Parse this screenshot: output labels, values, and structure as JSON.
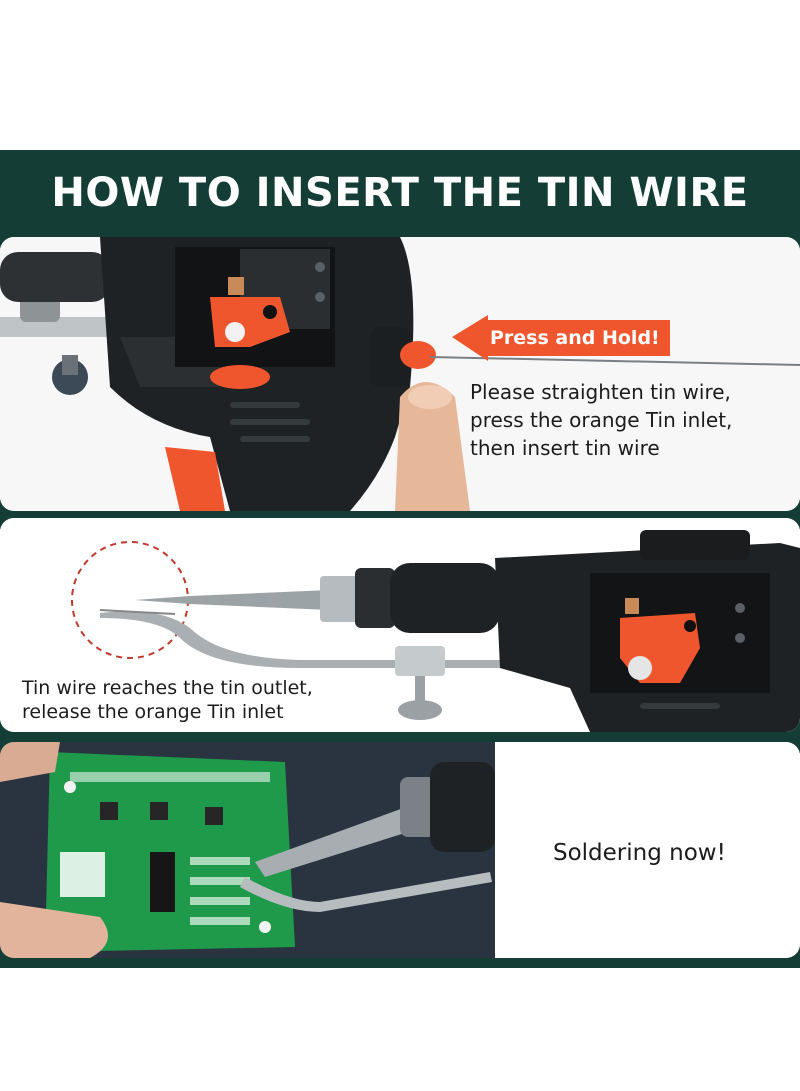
{
  "title": "HOW TO INSERT THE TIN WIRE",
  "steps": [
    {
      "badge": "Press and Hold!",
      "caption_lines": [
        "Please straighten tin wire,",
        "press the orange Tin inlet,",
        "then insert tin wire"
      ]
    },
    {
      "caption_lines": [
        "Tin wire reaches the tin outlet,",
        "release the orange Tin inlet"
      ]
    },
    {
      "caption_lines": [
        "Soldering now!"
      ]
    }
  ],
  "colors": {
    "banner": "#143d36",
    "accent_orange": "#f0562d",
    "gun_body": "#1f2224",
    "pcb_green": "#1f9a4b"
  },
  "icons": [
    "soldering-gun-icon",
    "orange-tin-inlet-icon",
    "finger-icon",
    "circuit-board-icon",
    "solder-tip-icon"
  ]
}
